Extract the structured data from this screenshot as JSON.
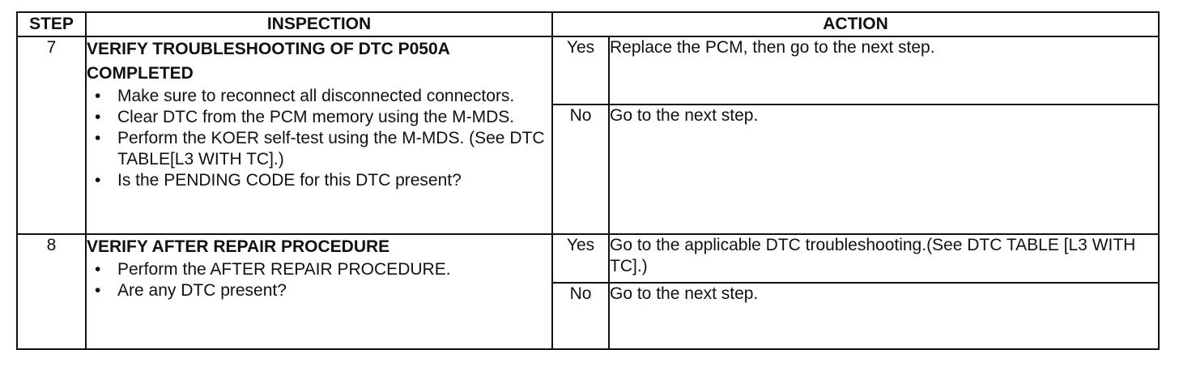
{
  "headers": {
    "step": "STEP",
    "inspection": "INSPECTION",
    "action": "ACTION"
  },
  "rows": [
    {
      "step": "7",
      "title_line1": "VERIFY TROUBLESHOOTING OF DTC P050A",
      "title_line2": "COMPLETED",
      "bullets": [
        "Make sure to reconnect all disconnected connectors.",
        "Clear DTC from the PCM memory using the M-MDS.",
        "Perform the KOER self-test using the M-MDS. (See DTC TABLE[L3 WITH TC].)",
        "Is the PENDING CODE for this DTC present?"
      ],
      "yes_label": "Yes",
      "yes_action": "Replace the PCM, then go to the next step.",
      "no_label": "No",
      "no_action": "Go to the next step."
    },
    {
      "step": "8",
      "title_line1": "VERIFY AFTER REPAIR PROCEDURE",
      "bullets": [
        "Perform the AFTER REPAIR PROCEDURE.",
        "Are any DTC present?"
      ],
      "yes_label": "Yes",
      "yes_action": "Go to the applicable DTC troubleshooting.(See DTC TABLE [L3 WITH TC].)",
      "no_label": "No",
      "no_action": "Go to the next step."
    }
  ]
}
